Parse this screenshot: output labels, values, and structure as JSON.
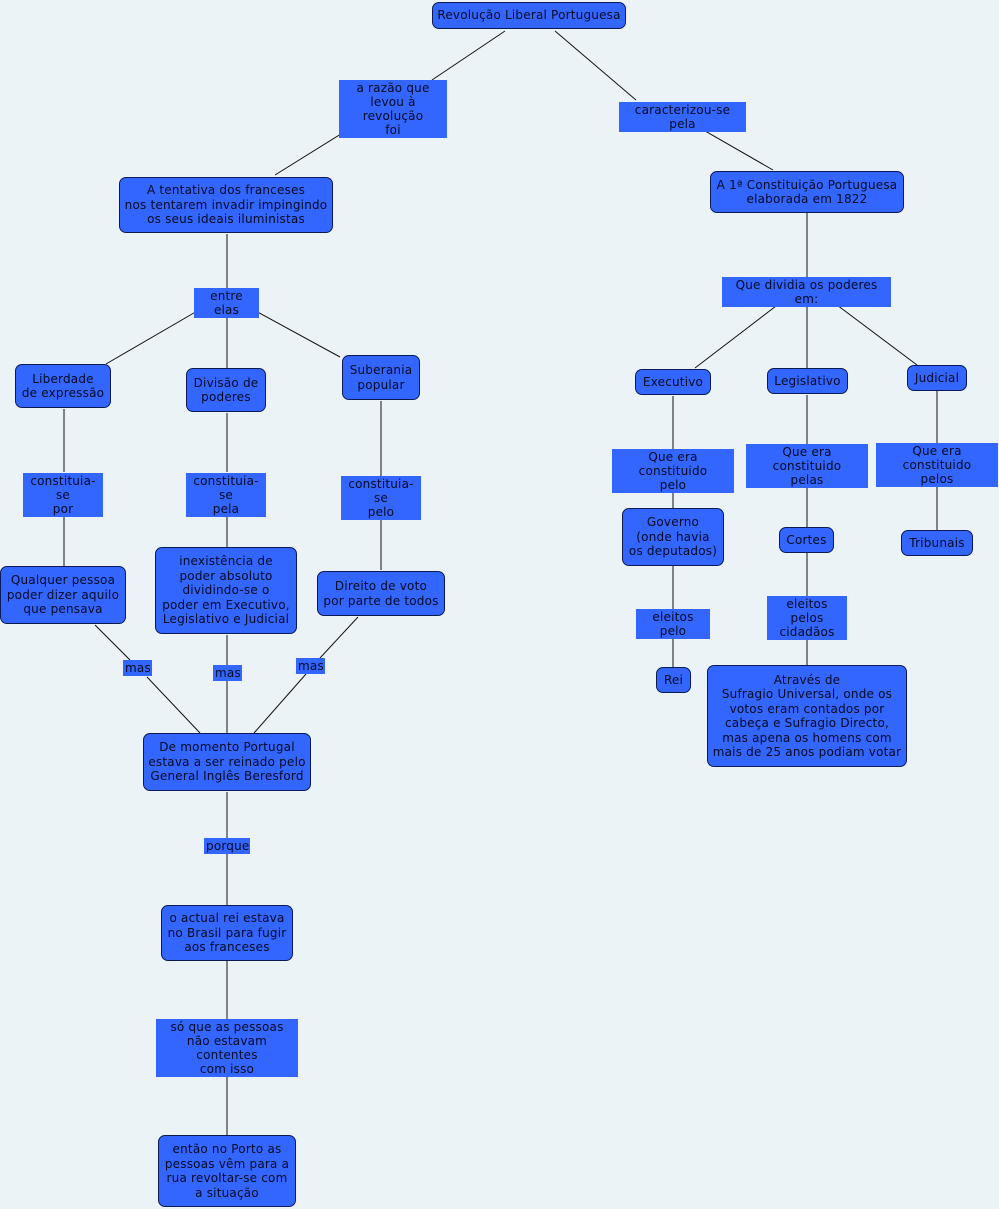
{
  "colors": {
    "background": "#ebf3f6",
    "node_fill": "#3366ff",
    "node_border": "#0a1a55",
    "link": "#111111"
  },
  "nodes": {
    "root": "Revolução Liberal Portuguesa",
    "tentativa": "A tentativa dos franceses\nnos tentarem invadir impingindo\nos seus ideais iluministas",
    "liberdade": "Liberdade\nde expressão",
    "divisao": "Divisão de\npoderes",
    "suberania": "Suberania\npopular",
    "qualquer": "Qualquer pessoa\npoder dizer aquilo\nque pensava",
    "inexistencia": "inexistência de\npoder absoluto\ndividindo-se o\npoder em Executivo,\nLegislativo e Judicial",
    "direito": "Direito de voto\npor parte de todos",
    "momento": "De momento Portugal\nestava a ser reinado pelo\nGeneral Inglês Beresford",
    "rei_brasil": "o actual rei estava\nno Brasil para fugir\naos franceses",
    "porto": "então no Porto as\npessoas vêm para a\nrua revoltar-se com\na situação",
    "constituicao": "A 1ª Constituição Portuguesa\nelaborada em 1822",
    "executivo": "Executivo",
    "legislativo": "Legislativo",
    "judicial": "Judicial",
    "governo": "Governo\n(onde havia\nos deputados)",
    "cortes": "Cortes",
    "tribunais": "Tribunais",
    "rei": "Rei",
    "sufragio": "Através de\nSufragio Universal, onde os\nvotos eram contados por\ncabeça e Sufragio Directo,\nmas apena os homens com\nmais de 25 anos podiam votar"
  },
  "links": {
    "razao": "a razão que\nlevou à revolução\nfoi",
    "caracterizou": "caracterizou-se pela",
    "entre_elas": "entre elas",
    "constituia_por": "constituia-se\npor",
    "constituia_pela": "constituia-se\npela",
    "constituia_pelo": "constituia-se\npelo",
    "mas1": "mas",
    "mas2": "mas",
    "mas3": "mas",
    "porque": "porque",
    "so_que": "só que as pessoas\nnão estavam contentes\ncom isso",
    "dividia": "Que dividia os poderes em:",
    "constituido_pelo": "Que era constituido\npelo",
    "constituido_pelas1": "Que era constituido\npelas",
    "constituido_pelas2": "Que era constituido\npelos",
    "eleitos_pelo": "eleitos pelo",
    "eleitos_pelos": "eleitos pelos\ncidadãos"
  }
}
